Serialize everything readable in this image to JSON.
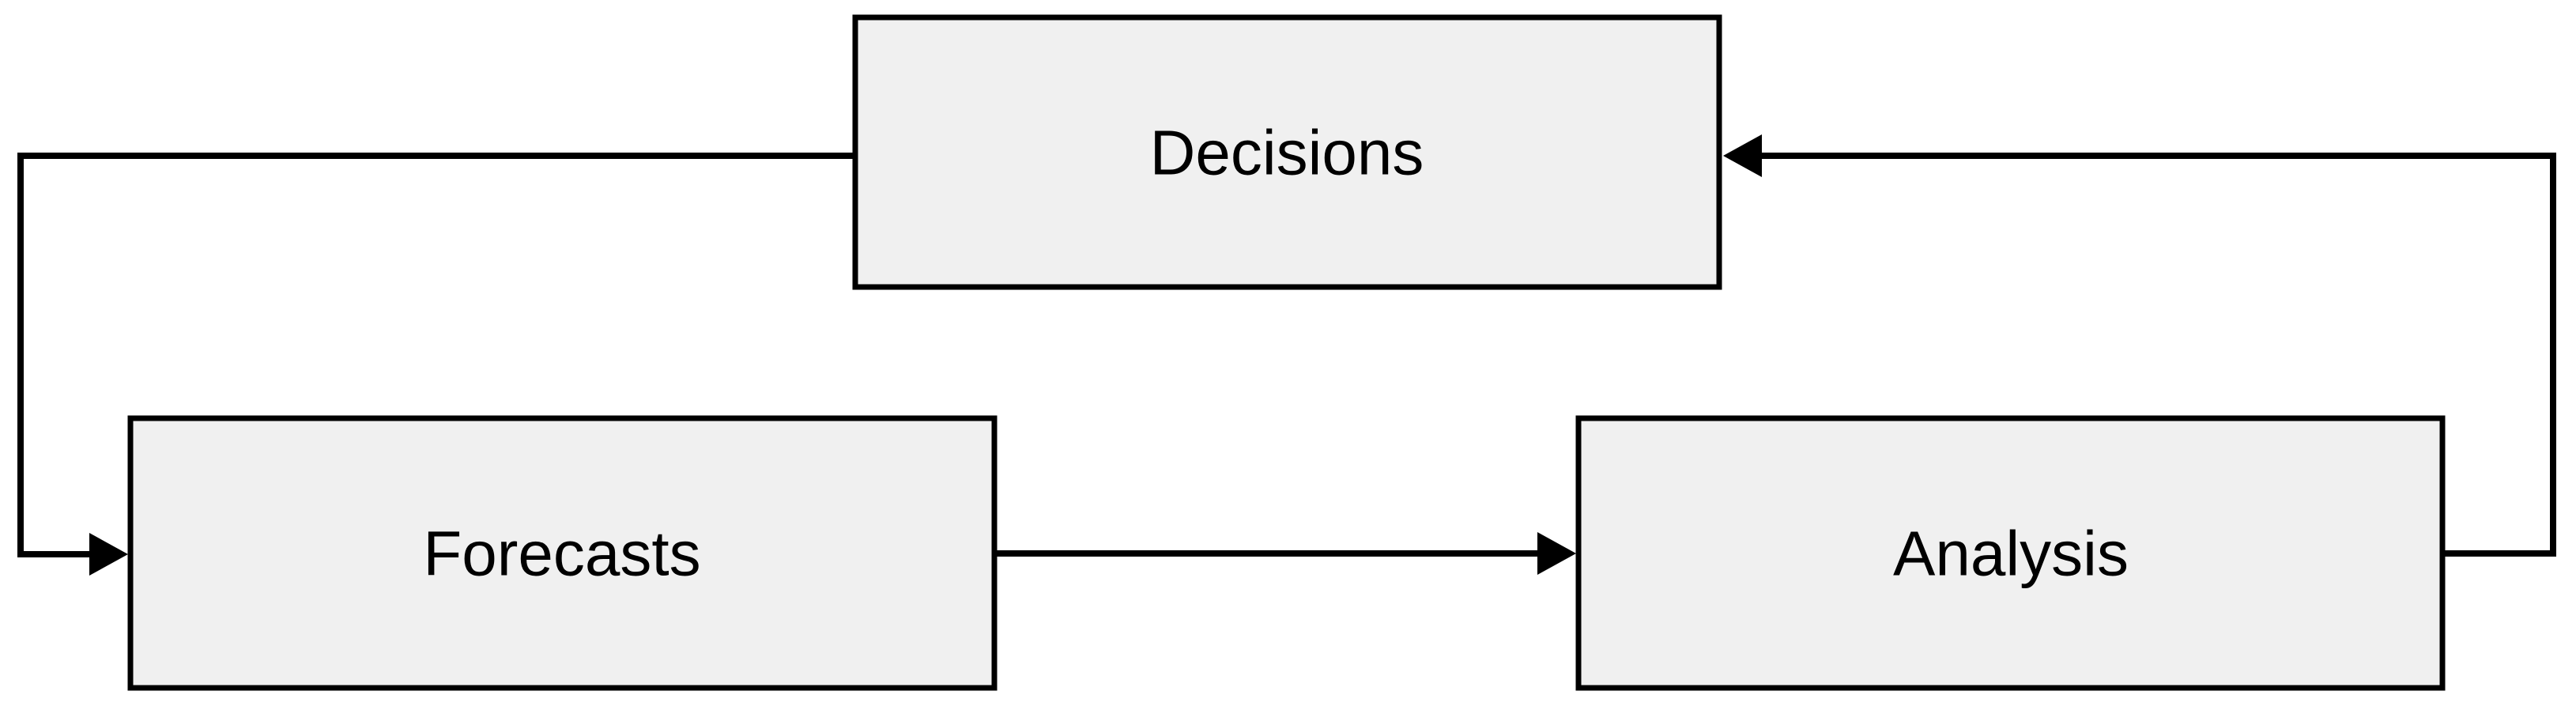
{
  "diagram": {
    "type": "cycle-flowchart",
    "background_color": "#ffffff",
    "node_fill": "#f0f0f0",
    "node_border_color": "#000000",
    "connector_color": "#000000",
    "text_color": "#000000",
    "nodes": {
      "decisions": {
        "label": "Decisions"
      },
      "forecasts": {
        "label": "Forecasts"
      },
      "analysis": {
        "label": "Analysis"
      }
    },
    "edges": [
      {
        "from": "decisions",
        "to": "forecasts"
      },
      {
        "from": "forecasts",
        "to": "analysis"
      },
      {
        "from": "analysis",
        "to": "decisions"
      }
    ]
  }
}
